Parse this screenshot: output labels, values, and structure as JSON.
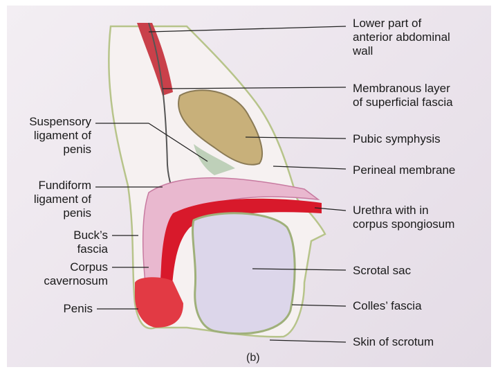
{
  "colors": {
    "muscle": "#c9404a",
    "fascia": "#9fb07a",
    "bone": "#c8b07a",
    "erectile": "#d8192b",
    "cavernosum": "#e9b8cf",
    "scrotal_sac": "#dcd6ea",
    "leader_line": "#222222"
  },
  "labels": {
    "right": [
      "Lower part of\nanterior abdominal\nwall",
      "Membranous layer\nof superficial fascia",
      "Pubic symphysis",
      "Perineal membrane",
      "Urethra with in\ncorpus spongiosum",
      "Scrotal sac",
      "Colles’ fascia",
      "Skin of scrotum"
    ],
    "left": [
      "Suspensory\nligament of\npenis",
      "Fundiform\nligament of\npenis",
      "Buck’s\nfascia",
      "Corpus\ncavernosum",
      "Penis"
    ]
  },
  "caption": "(b)"
}
